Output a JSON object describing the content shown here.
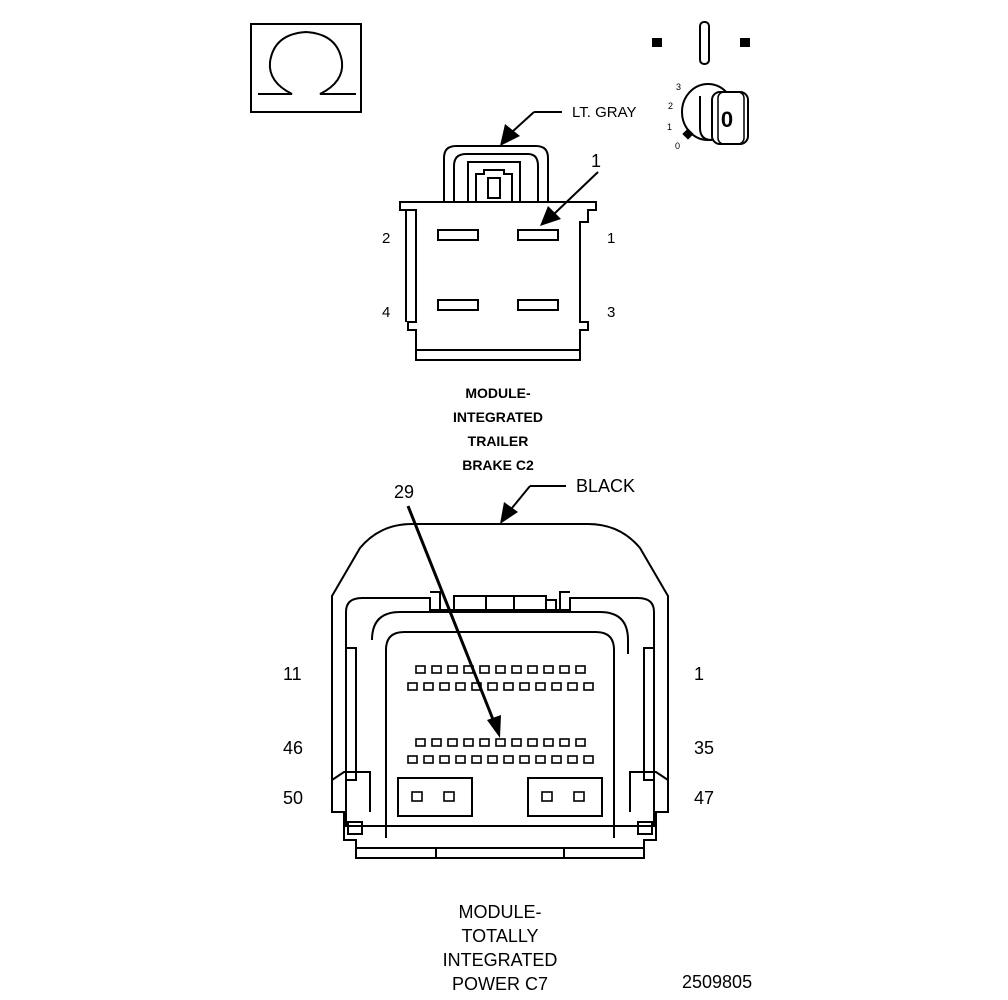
{
  "drawing_number": "2509805",
  "ignition_key": {
    "key_label": "0",
    "positions": [
      "3",
      "2",
      "1",
      "0"
    ]
  },
  "connector_c2": {
    "color_label": "LT. GRAY",
    "callout_pin": "1",
    "pin_labels": {
      "top_left": "2",
      "top_right": "1",
      "bottom_left": "4",
      "bottom_right": "3"
    },
    "title_lines": [
      "MODULE-",
      "INTEGRATED",
      "TRAILER",
      "BRAKE C2"
    ]
  },
  "connector_c7": {
    "color_label": "BLACK",
    "callout_pin": "29",
    "pin_labels": {
      "row1_left": "11",
      "row1_right": "1",
      "row2_left": "46",
      "row2_right": "35",
      "row3_left": "50",
      "row3_right": "47"
    },
    "title_lines": [
      "MODULE-",
      "TOTALLY",
      "INTEGRATED",
      "POWER C7"
    ]
  }
}
